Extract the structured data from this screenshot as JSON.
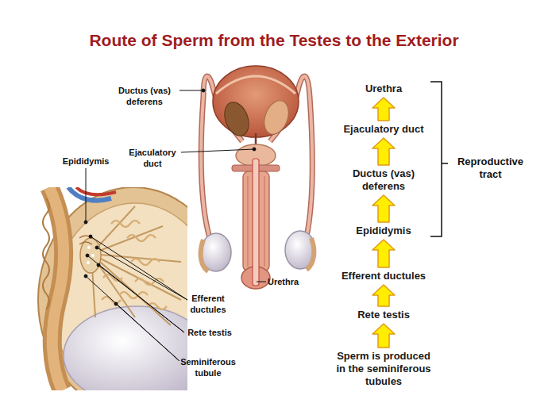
{
  "diagram": {
    "title": "Route of Sperm from the Testes to the Exterior",
    "nodes": [
      {
        "text": [
          "Urethra"
        ]
      },
      {
        "text": [
          "Ejaculatory duct"
        ]
      },
      {
        "text": [
          "Ductus (vas) deferens"
        ]
      },
      {
        "text": [
          "Epididymis"
        ]
      },
      {
        "text": [
          "Efferent ductules"
        ]
      },
      {
        "text": [
          "Rete testis"
        ]
      },
      {
        "text": [
          "Sperm is produced in the seminiferous tubules"
        ]
      }
    ],
    "edges": [
      {
        "from": 6,
        "to": 5,
        "arrow": "to"
      },
      {
        "from": 5,
        "to": 4,
        "arrow": "to"
      },
      {
        "from": 4,
        "to": 3,
        "arrow": "to"
      },
      {
        "from": 3,
        "to": 2,
        "arrow": "to"
      },
      {
        "from": 2,
        "to": 1,
        "arrow": "to"
      },
      {
        "from": 1,
        "to": 0,
        "arrow": "to"
      }
    ],
    "labels": [
      "Ductus (vas) deferens",
      "Ejaculatory duct",
      "Epididymis",
      "Efferent ductules",
      "Rete testis",
      "Seminiferous tubule",
      "Urethra",
      "Reproductive tract"
    ]
  }
}
